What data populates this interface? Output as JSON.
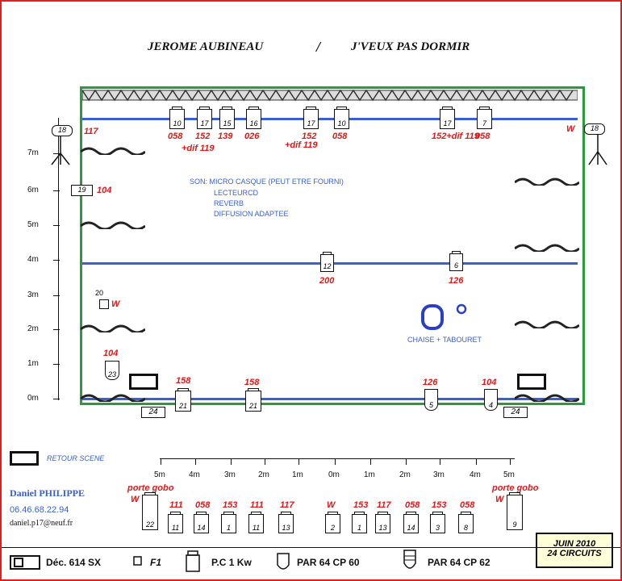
{
  "header": {
    "artist": "JEROME AUBINEAU",
    "separator": "/",
    "show": "J'VEUX PAS DORMIR"
  },
  "scale_left": [
    "7m",
    "6m",
    "5m",
    "4m",
    "3m",
    "2m",
    "1m",
    "0m"
  ],
  "scale_bottom": [
    "5m",
    "4m",
    "3m",
    "2m",
    "1m",
    "0m",
    "1m",
    "2m",
    "3m",
    "4m",
    "5m"
  ],
  "back_bar": [
    {
      "num": "10",
      "gel": "058"
    },
    {
      "num": "17",
      "gel": "152"
    },
    {
      "num": "15",
      "gel": "139"
    },
    {
      "num": "16",
      "gel": "026"
    },
    {
      "num": "17",
      "gel": "152"
    },
    {
      "num": "10",
      "gel": "058"
    },
    {
      "num": "17",
      "gel": "152+dif 119"
    },
    {
      "num": "7",
      "gel": "058"
    }
  ],
  "back_extra": {
    "a": "+dif 119",
    "b": "+dif 119"
  },
  "side_left": {
    "num": "18",
    "gel": "117"
  },
  "side_right": {
    "num": "18",
    "gel": "W"
  },
  "side_left_mid": {
    "num": "19",
    "gel": "104"
  },
  "sound": {
    "title": "SON: MICRO CASQUE (PEUT ETRE FOURNI)",
    "lines": [
      "LECTEURCD",
      "REVERB",
      "DIFFUSION ADAPTEE"
    ]
  },
  "mid_bar": [
    {
      "num": "12",
      "gel": "200"
    },
    {
      "num": "6",
      "gel": "126"
    }
  ],
  "f1": {
    "num": "20",
    "gel": "W"
  },
  "floor_left": {
    "num": "23",
    "gel": "104"
  },
  "chair_label": "CHAISE + TABOURET",
  "front": [
    {
      "num": "21",
      "gel": "158"
    },
    {
      "num": "21",
      "gel": "158"
    },
    {
      "num": "5",
      "gel": "126"
    },
    {
      "num": "4",
      "gel": "104"
    }
  ],
  "floor_24": [
    "24",
    "24"
  ],
  "retour": "RETOUR SCENE",
  "contact": {
    "name": "Daniel PHILIPPE",
    "phone": "06.46.68.22.94",
    "email": "daniel.p17@neuf.fr"
  },
  "fos": [
    {
      "num": "22",
      "gel": "W",
      "note": "porte gobo"
    },
    {
      "num": "11",
      "gel": "111"
    },
    {
      "num": "14",
      "gel": "058"
    },
    {
      "num": "1",
      "gel": "153"
    },
    {
      "num": "11",
      "gel": "111"
    },
    {
      "num": "13",
      "gel": "117"
    },
    {
      "num": "2",
      "gel": "W"
    },
    {
      "num": "1",
      "gel": "153"
    },
    {
      "num": "13",
      "gel": "117"
    },
    {
      "num": "14",
      "gel": "058"
    },
    {
      "num": "3",
      "gel": "153"
    },
    {
      "num": "8",
      "gel": "058"
    },
    {
      "num": "9",
      "gel": "W",
      "note": "porte gobo"
    }
  ],
  "date": {
    "line1": "JUIN 2010",
    "line2": "24 CIRCUITS"
  },
  "legend": [
    "Déc. 614 SX",
    "F1",
    "P.C 1 Kw",
    "PAR 64 CP 60",
    "PAR 64 CP 62"
  ]
}
